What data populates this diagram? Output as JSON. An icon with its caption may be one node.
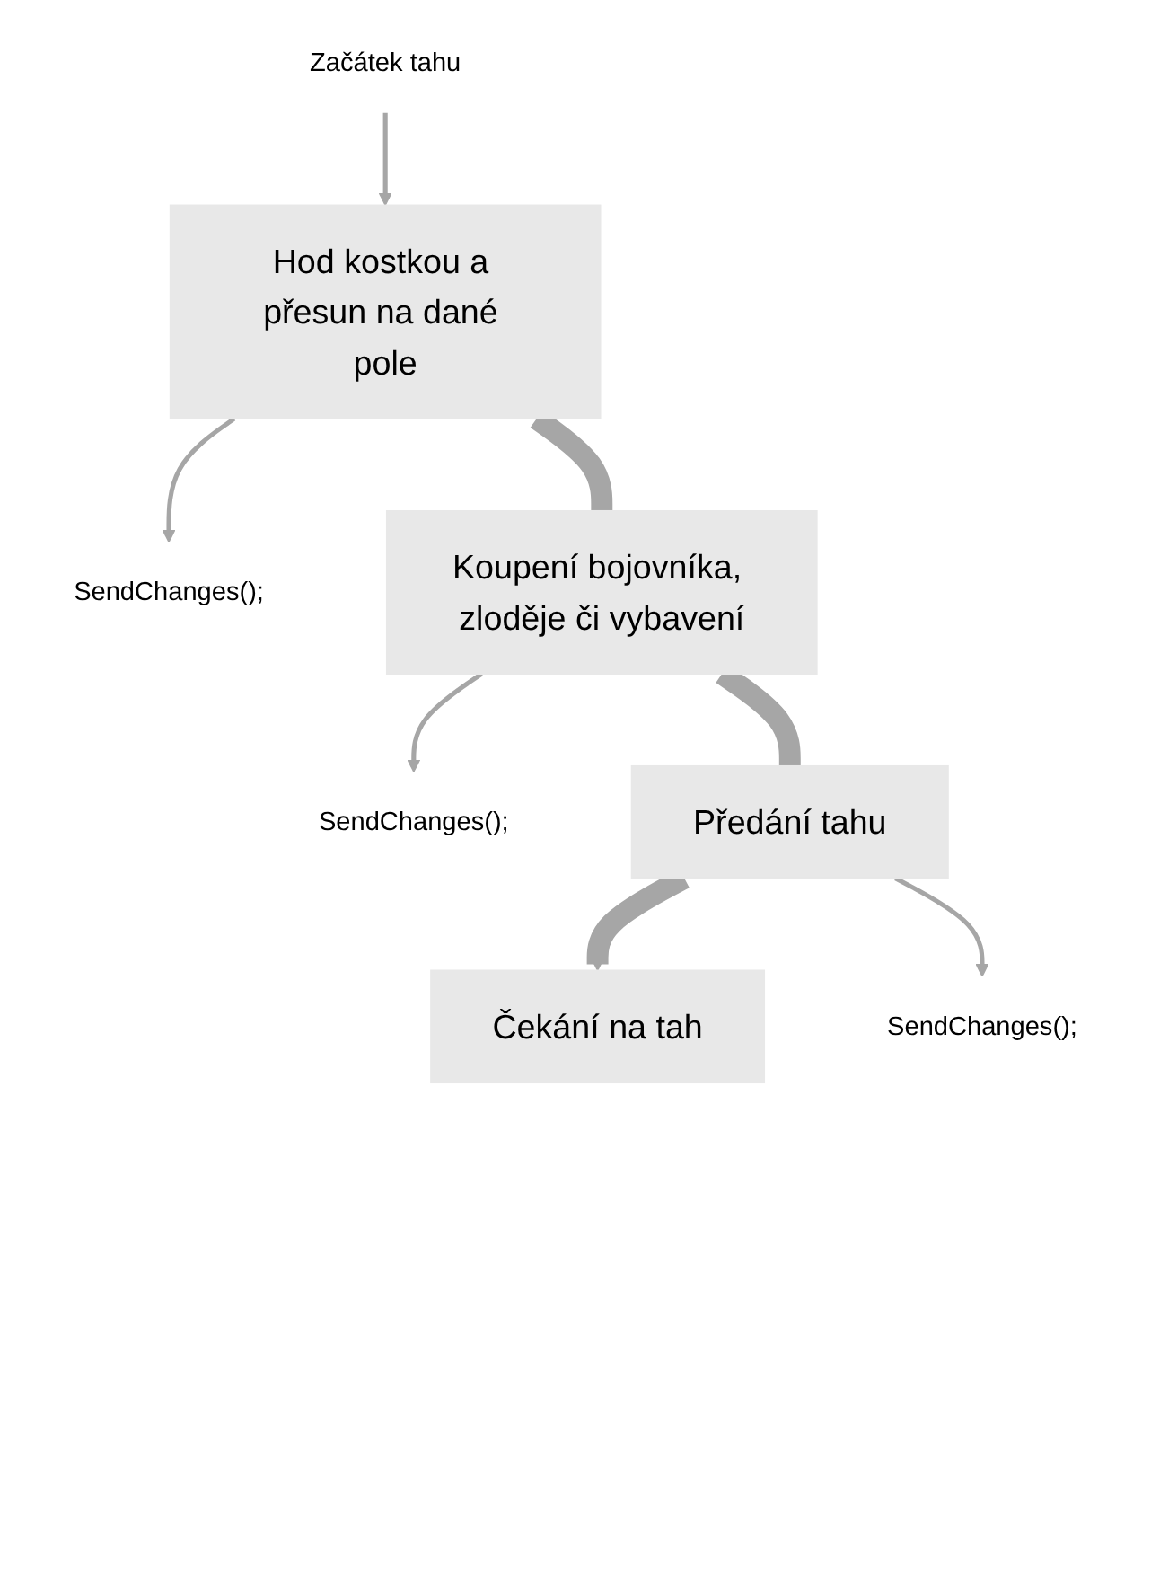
{
  "diagram": {
    "nodes": [
      {
        "text": [
          "Začátek tahu"
        ]
      },
      {
        "text": [
          "Hod kostkou a přesun na dané pole"
        ]
      },
      {
        "text": [
          "SendChanges();"
        ]
      },
      {
        "text": [
          "Koupení bojovníka, zloděje či vybavení"
        ]
      },
      {
        "text": [
          "SendChanges();"
        ]
      },
      {
        "text": [
          "Předání tahu"
        ]
      },
      {
        "text": [
          "SendChanges();"
        ]
      },
      {
        "text": [
          "Čekání na tah"
        ]
      }
    ],
    "edges": [
      {
        "from": 0,
        "to": 1,
        "arrow": "to"
      },
      {
        "from": 1,
        "to": 3,
        "arrow": "none",
        "style": "thick"
      },
      {
        "from": 3,
        "to": 5,
        "arrow": "none",
        "style": "thick"
      },
      {
        "from": 5,
        "to": 7,
        "arrow": "to",
        "style": "thick"
      },
      {
        "from": 1,
        "to": 2,
        "arrow": "to"
      },
      {
        "from": 3,
        "to": 4,
        "arrow": "to"
      },
      {
        "from": 5,
        "to": 6,
        "arrow": "to"
      }
    ]
  }
}
